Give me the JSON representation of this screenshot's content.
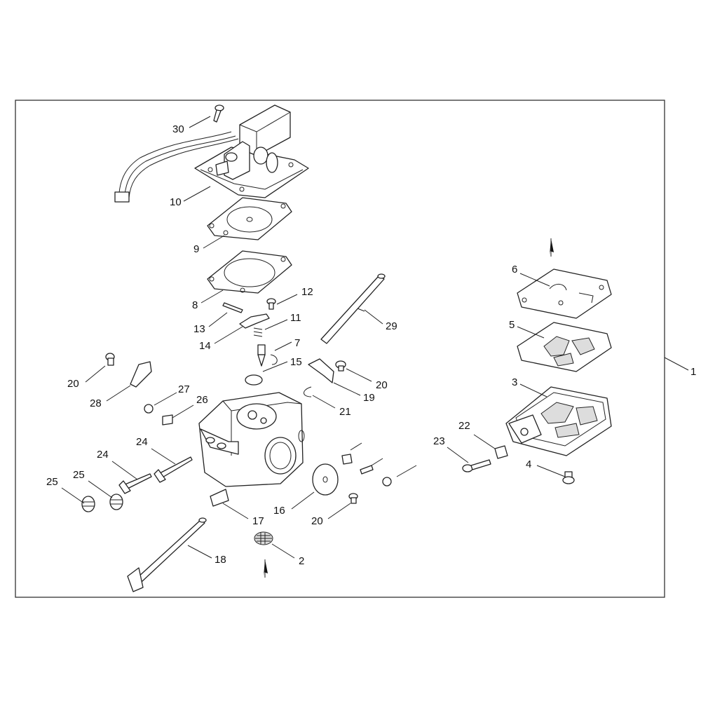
{
  "callouts": {
    "c1": "1",
    "c2": "2",
    "c3": "3",
    "c4": "4",
    "c5": "5",
    "c6": "6",
    "c7": "7",
    "c8": "8",
    "c9": "9",
    "c10": "10",
    "c11": "11",
    "c12": "12",
    "c13": "13",
    "c14": "14",
    "c15": "15",
    "c16": "16",
    "c17": "17",
    "c18": "18",
    "c19": "19",
    "c20a": "20",
    "c20b": "20",
    "c20c": "20",
    "c21": "21",
    "c22": "22",
    "c23": "23",
    "c24a": "24",
    "c24b": "24",
    "c25a": "25",
    "c25b": "25",
    "c26": "26",
    "c27": "27",
    "c28": "28",
    "c29": "29",
    "c30": "30"
  }
}
